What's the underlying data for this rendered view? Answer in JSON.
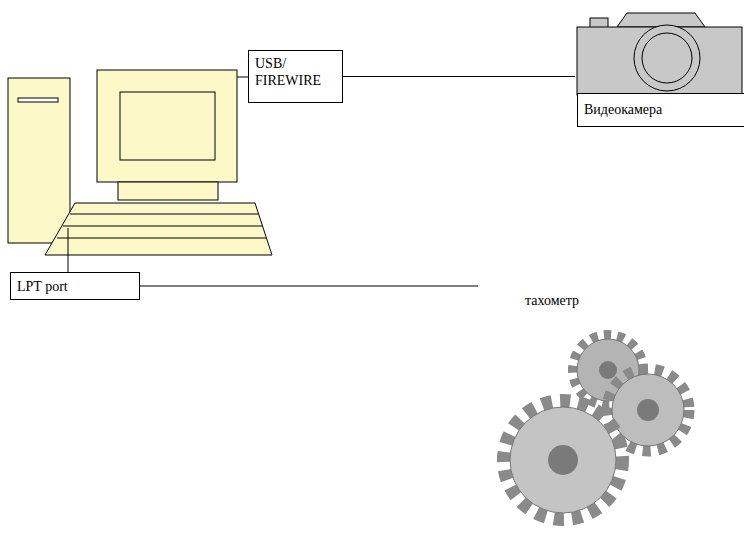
{
  "diagram": {
    "nodes": [
      {
        "text": [
          "USB/ FIREWIRE"
        ]
      },
      {
        "text": [
          "Видеокамера"
        ]
      },
      {
        "text": [
          "LPT port"
        ]
      },
      {
        "text": [
          "тахометр"
        ]
      }
    ],
    "edges": [
      {
        "from": 0,
        "to": 1,
        "arrow": "none"
      },
      {
        "from": 2,
        "to": 3,
        "arrow": "none"
      }
    ]
  }
}
